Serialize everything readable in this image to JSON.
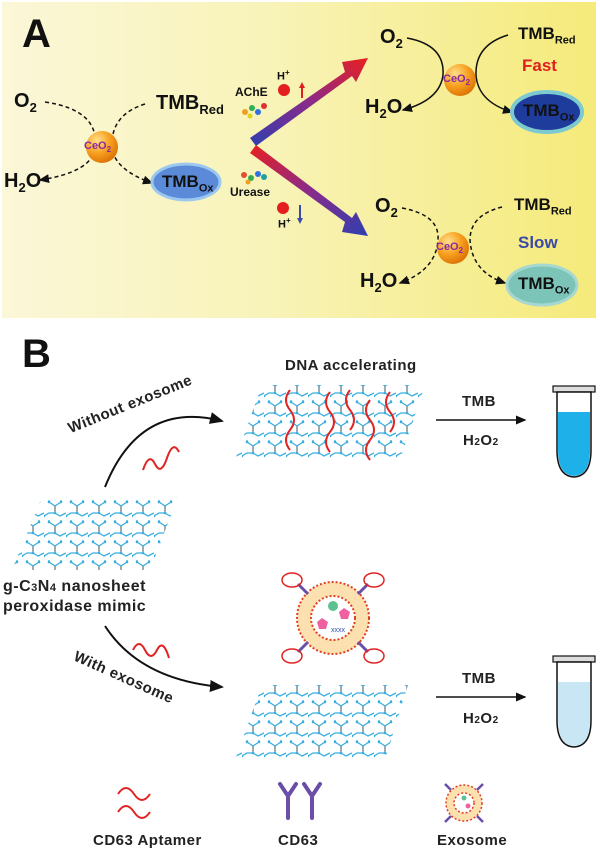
{
  "panel_a": {
    "letter": "A",
    "left_cycle": {
      "o2": "O",
      "o2_sub": "2",
      "h2o_pre": "H",
      "h2o_sub": "2",
      "h2o_post": "O",
      "tmb_red": "TMB",
      "tmb_red_sub": "Red",
      "catalyst": "CeO",
      "catalyst_sub": "2",
      "tmb_ox": "TMB",
      "tmb_ox_sub": "Ox"
    },
    "enzyme_top": "AChE",
    "enzyme_bottom": "Urease",
    "proton": "H",
    "proton_sup": "+",
    "top_cycle": {
      "o2": "O",
      "o2_sub": "2",
      "h2o_pre": "H",
      "h2o_sub": "2",
      "h2o_post": "O",
      "tmb_red": "TMB",
      "tmb_red_sub": "Red",
      "catalyst": "CeO",
      "catalyst_sub": "2",
      "tmb_ox": "TMB",
      "tmb_ox_sub": "Ox",
      "rate": "Fast"
    },
    "bottom_cycle": {
      "o2": "O",
      "o2_sub": "2",
      "h2o_pre": "H",
      "h2o_sub": "2",
      "h2o_post": "O",
      "tmb_red": "TMB",
      "tmb_red_sub": "Red",
      "catalyst": "CeO",
      "catalyst_sub": "2",
      "tmb_ox": "TMB",
      "tmb_ox_sub": "Ox",
      "rate": "Slow"
    },
    "colors": {
      "fast": "#e02020",
      "slow": "#3a4aa8",
      "tmb_ox_dark": "#1e3c9c",
      "tmb_ox_mid": "#4a78c8",
      "tmb_ox_light": "#7cc4b8",
      "ceo2": "#f39a1e",
      "ceo2_text": "#8a2aa0"
    }
  },
  "panel_b": {
    "letter": "B",
    "top_title": "DNA accelerating",
    "without_label": "Without exosome",
    "with_label": "With exosome",
    "sheet_label_line1_pre": "g-C",
    "sheet_label_line1_sub1": "3",
    "sheet_label_line1_mid": "N",
    "sheet_label_line1_sub2": "4",
    "sheet_label_line1_post": " nanosheet",
    "sheet_label_line2": "peroxidase mimic",
    "reagent_top": "TMB",
    "reagent_bottom_pre": "H",
    "reagent_bottom_sub1": "2",
    "reagent_bottom_mid": "O",
    "reagent_bottom_sub2": "2",
    "tube_top_fill": 0.7,
    "tube_bottom_fill": 0.7,
    "colors": {
      "tube_top": "#1eb0e8",
      "tube_bottom": "#c8e6f4",
      "lattice_blue": "#3aaee0",
      "lattice_grey": "#8a8a8a",
      "aptamer": "#e02424",
      "cd63": "#6a4ea8"
    },
    "legend": [
      {
        "label": "CD63 Aptamer",
        "icon": "aptamer-icon"
      },
      {
        "label": "CD63",
        "icon": "cd63-antibody-icon"
      },
      {
        "label": "Exosome",
        "icon": "exosome-icon"
      }
    ]
  }
}
